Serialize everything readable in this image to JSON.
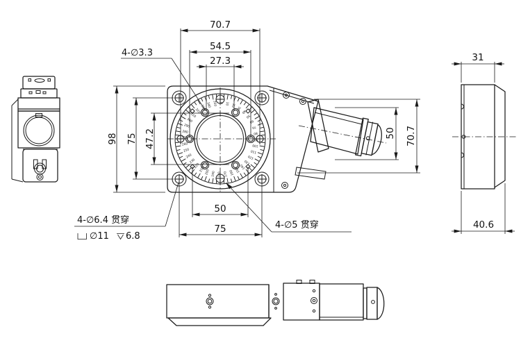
{
  "drawing": {
    "line_color": "#1a1a1a",
    "background": "#ffffff"
  },
  "dims": {
    "top_width": "70.7",
    "top_mid": "54.5",
    "top_inner": "27.3",
    "left_outer": "98",
    "left_mid": "75",
    "left_inner": "47.2",
    "bottom_inner": "50",
    "bottom_outer": "75",
    "right_inner": "50",
    "right_outer": "70.7",
    "side_top": "31",
    "side_bottom": "40.6"
  },
  "notes": {
    "hole_3_3": "4-∅3.3",
    "hole_6_4": "4-∅6.4 贯穿",
    "cbore_dia": "∅11",
    "cbore_depth": "6.8",
    "hole_5": "4-∅5 贯穿"
  },
  "dial": {
    "labels": [
      "0",
      "10",
      "20",
      "30",
      "40",
      "50",
      "60",
      "70",
      "80",
      "90",
      "100",
      "110",
      "120",
      "130",
      "140",
      "150",
      "160",
      "170",
      "180",
      "190",
      "200",
      "210",
      "220",
      "230",
      "240",
      "250",
      "260",
      "270",
      "280",
      "290",
      "300",
      "310",
      "320",
      "330",
      "340",
      "350"
    ]
  }
}
